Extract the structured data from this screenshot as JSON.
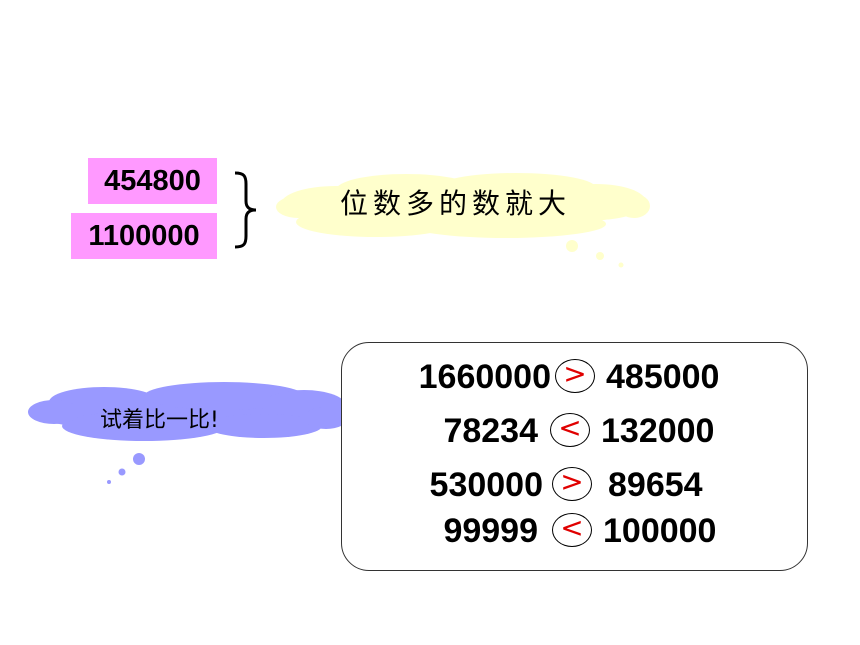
{
  "top_section": {
    "numbers": [
      "454800",
      "1100000"
    ],
    "rule": "位数多的数就大"
  },
  "prompt": {
    "text": "试着比一比!"
  },
  "comparisons": [
    {
      "left": "1660000",
      "sign": ">",
      "right": "485000"
    },
    {
      "left": "78234",
      "sign": "<",
      "right": "132000"
    },
    {
      "left": "530000",
      "sign": ">",
      "right": "89654"
    },
    {
      "left": "99999",
      "sign": "<",
      "right": "100000"
    }
  ],
  "colors": {
    "number_box": "#ff99ff",
    "rule_cloud": "#ffffcc",
    "prompt_cloud": "#9999ff",
    "sign": "#e00000"
  }
}
